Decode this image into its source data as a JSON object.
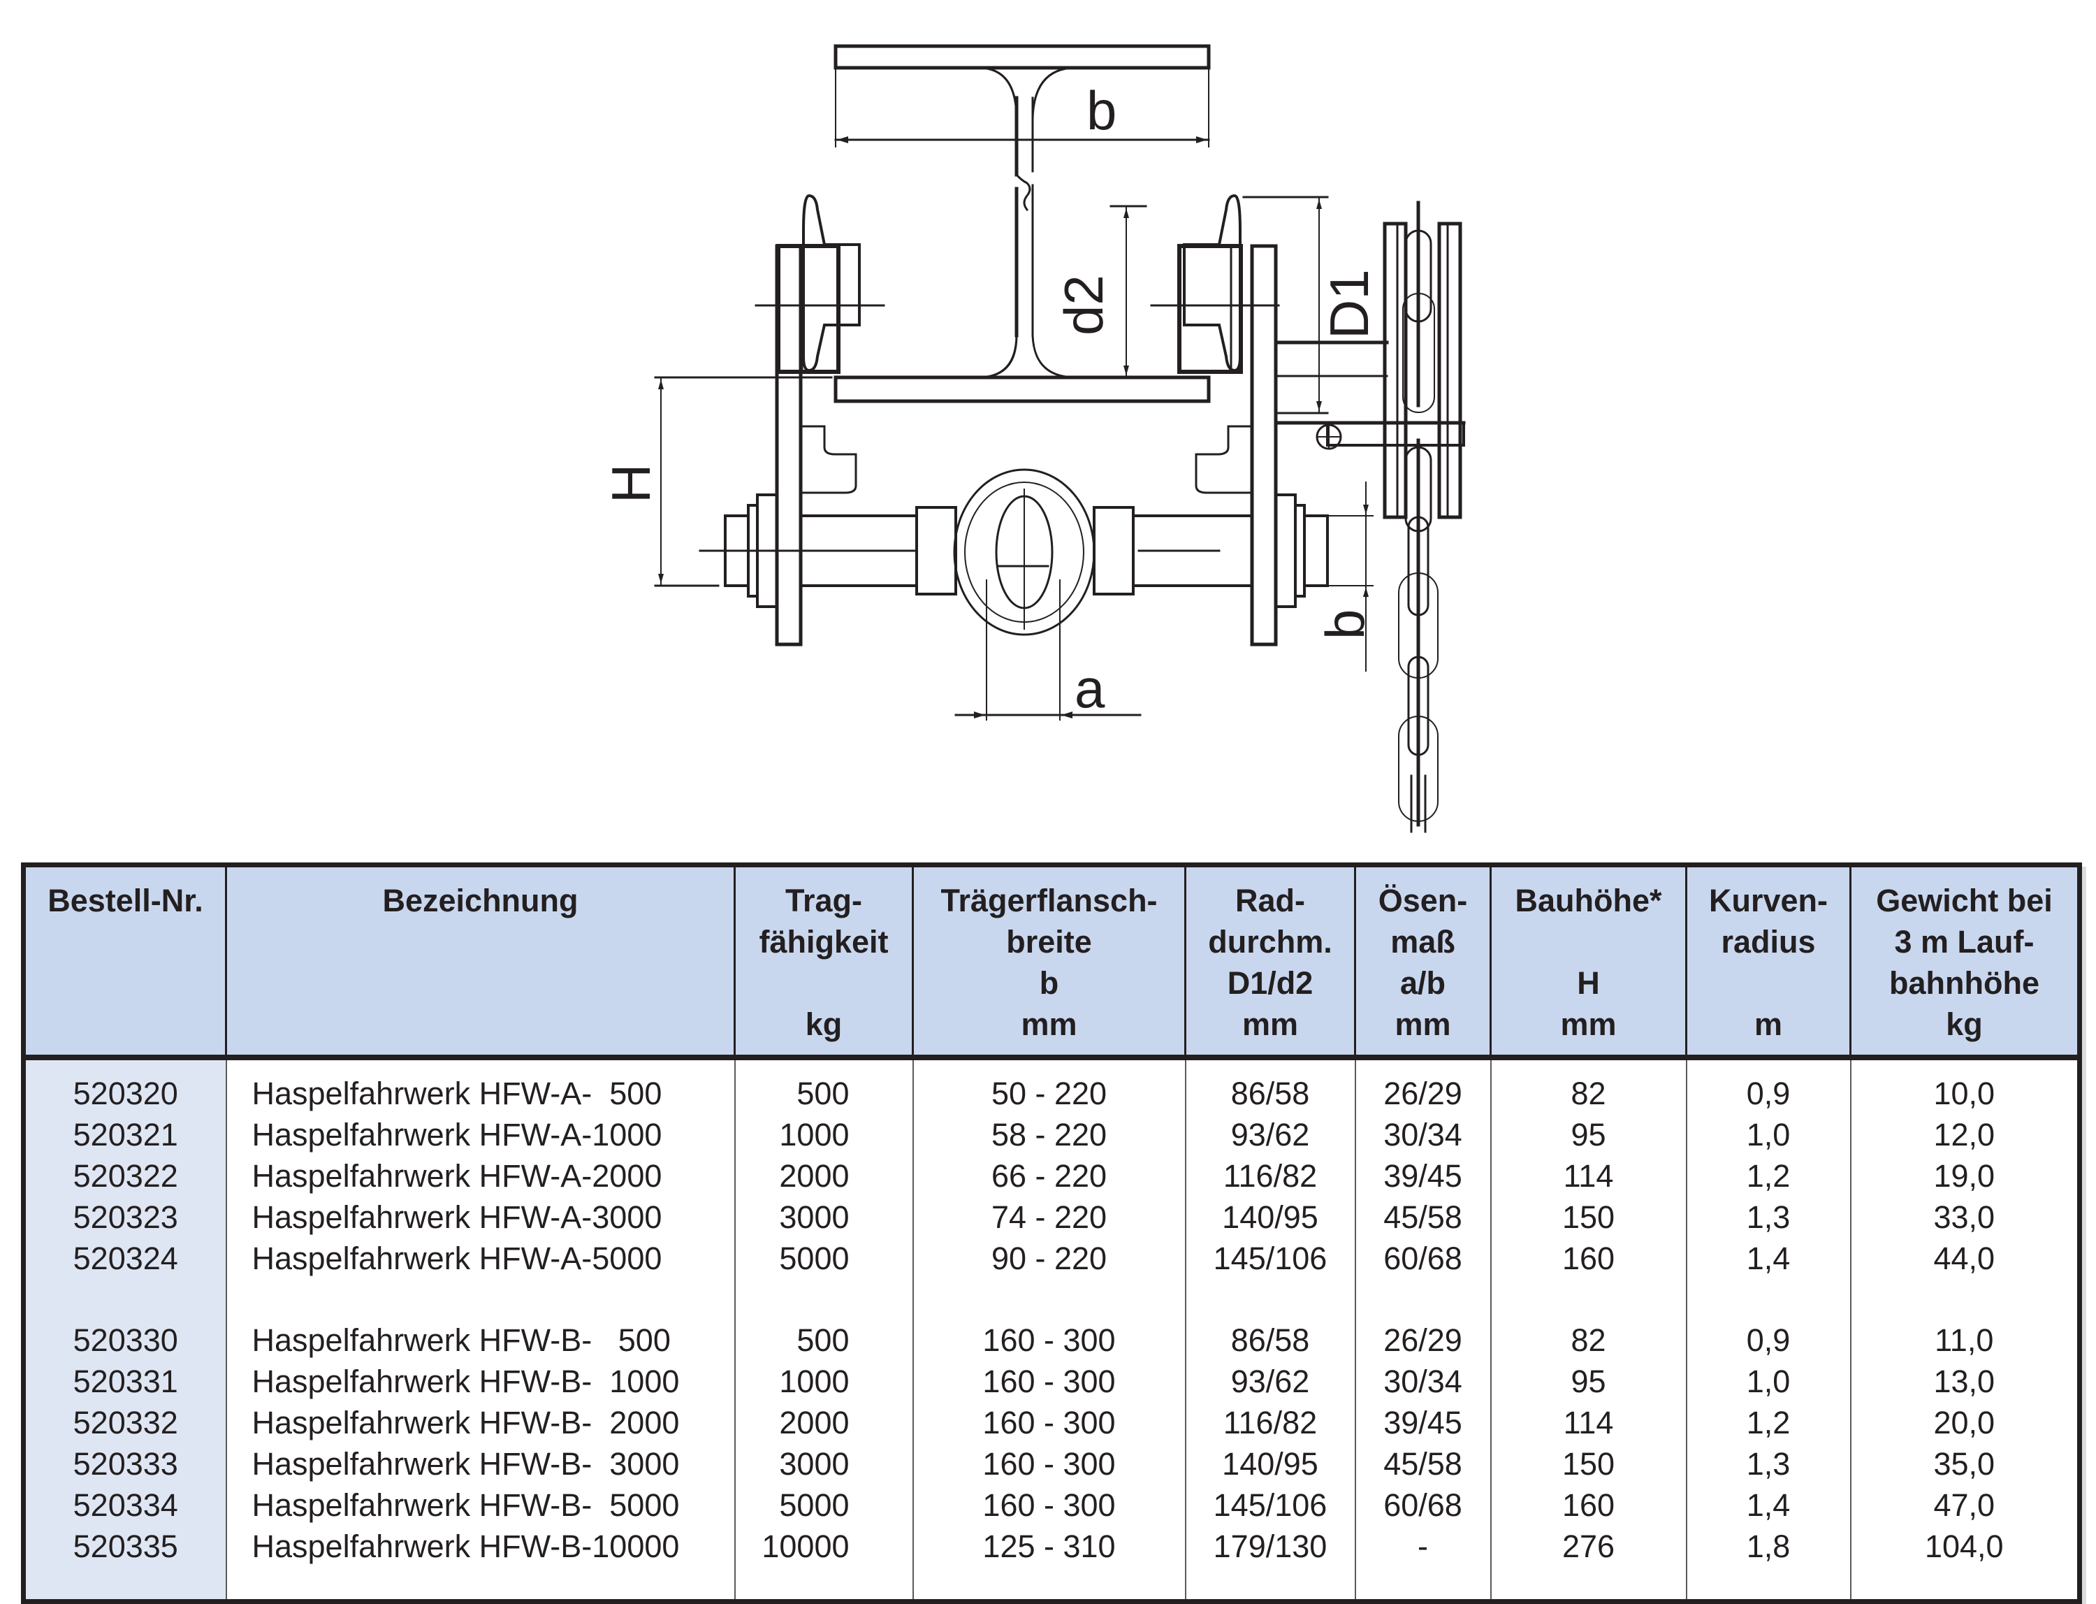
{
  "drawing": {
    "title": "Haspelfahrwerk dimension drawing",
    "labels": {
      "b_top": "b",
      "d2": "d2",
      "D1": "D1",
      "H": "H",
      "b_right": "b",
      "a": "a"
    }
  },
  "table": {
    "header_color": "#c9d7ee",
    "first_column_color": "#dfe6f3",
    "columns": [
      {
        "key": "bestell_nr",
        "lines": [
          "Bestell-Nr."
        ],
        "unit": ""
      },
      {
        "key": "bezeichnung",
        "lines": [
          "Bezeichnung"
        ],
        "unit": ""
      },
      {
        "key": "tragfaehigkeit",
        "lines": [
          "Trag-",
          "fähigkeit"
        ],
        "unit": "kg"
      },
      {
        "key": "traegerflanschbreite",
        "lines": [
          "Trägerflansch-",
          "breite",
          "b"
        ],
        "unit": "mm"
      },
      {
        "key": "raddurchmesser",
        "lines": [
          "Rad-",
          "durchm.",
          "D1/d2"
        ],
        "unit": "mm"
      },
      {
        "key": "oesenmass",
        "lines": [
          "Ösen-",
          "maß",
          "a/b"
        ],
        "unit": "mm"
      },
      {
        "key": "bauhoehe",
        "lines": [
          "Bauhöhe*",
          "",
          "H"
        ],
        "unit": "mm"
      },
      {
        "key": "kurvenradius",
        "lines": [
          "Kurven-",
          "radius"
        ],
        "unit": "m"
      },
      {
        "key": "gewicht",
        "lines": [
          "Gewicht bei",
          "3 m Lauf-",
          "bahnhöhe"
        ],
        "unit": "kg"
      }
    ],
    "group_a": [
      {
        "bestell_nr": "520320",
        "bezeichnung": "Haspelfahrwerk HFW-A-  500",
        "tragfaehigkeit": "500",
        "traegerflanschbreite": "50 - 220",
        "raddurchmesser": "86/58",
        "oesenmass": "26/29",
        "bauhoehe": "82",
        "kurvenradius": "0,9",
        "gewicht": "10,0"
      },
      {
        "bestell_nr": "520321",
        "bezeichnung": "Haspelfahrwerk HFW-A-1000",
        "tragfaehigkeit": "1000",
        "traegerflanschbreite": "58 - 220",
        "raddurchmesser": "93/62",
        "oesenmass": "30/34",
        "bauhoehe": "95",
        "kurvenradius": "1,0",
        "gewicht": "12,0"
      },
      {
        "bestell_nr": "520322",
        "bezeichnung": "Haspelfahrwerk HFW-A-2000",
        "tragfaehigkeit": "2000",
        "traegerflanschbreite": "66 - 220",
        "raddurchmesser": "116/82",
        "oesenmass": "39/45",
        "bauhoehe": "114",
        "kurvenradius": "1,2",
        "gewicht": "19,0"
      },
      {
        "bestell_nr": "520323",
        "bezeichnung": "Haspelfahrwerk HFW-A-3000",
        "tragfaehigkeit": "3000",
        "traegerflanschbreite": "74 - 220",
        "raddurchmesser": "140/95",
        "oesenmass": "45/58",
        "bauhoehe": "150",
        "kurvenradius": "1,3",
        "gewicht": "33,0"
      },
      {
        "bestell_nr": "520324",
        "bezeichnung": "Haspelfahrwerk HFW-A-5000",
        "tragfaehigkeit": "5000",
        "traegerflanschbreite": "90 - 220",
        "raddurchmesser": "145/106",
        "oesenmass": "60/68",
        "bauhoehe": "160",
        "kurvenradius": "1,4",
        "gewicht": "44,0"
      }
    ],
    "group_b": [
      {
        "bestell_nr": "520330",
        "bezeichnung": "Haspelfahrwerk HFW-B-   500",
        "tragfaehigkeit": "500",
        "traegerflanschbreite": "160 - 300",
        "raddurchmesser": "86/58",
        "oesenmass": "26/29",
        "bauhoehe": "82",
        "kurvenradius": "0,9",
        "gewicht": "11,0"
      },
      {
        "bestell_nr": "520331",
        "bezeichnung": "Haspelfahrwerk HFW-B-  1000",
        "tragfaehigkeit": "1000",
        "traegerflanschbreite": "160 - 300",
        "raddurchmesser": "93/62",
        "oesenmass": "30/34",
        "bauhoehe": "95",
        "kurvenradius": "1,0",
        "gewicht": "13,0"
      },
      {
        "bestell_nr": "520332",
        "bezeichnung": "Haspelfahrwerk HFW-B-  2000",
        "tragfaehigkeit": "2000",
        "traegerflanschbreite": "160 - 300",
        "raddurchmesser": "116/82",
        "oesenmass": "39/45",
        "bauhoehe": "114",
        "kurvenradius": "1,2",
        "gewicht": "20,0"
      },
      {
        "bestell_nr": "520333",
        "bezeichnung": "Haspelfahrwerk HFW-B-  3000",
        "tragfaehigkeit": "3000",
        "traegerflanschbreite": "160 - 300",
        "raddurchmesser": "140/95",
        "oesenmass": "45/58",
        "bauhoehe": "150",
        "kurvenradius": "1,3",
        "gewicht": "35,0"
      },
      {
        "bestell_nr": "520334",
        "bezeichnung": "Haspelfahrwerk HFW-B-  5000",
        "tragfaehigkeit": "5000",
        "traegerflanschbreite": "160 - 300",
        "raddurchmesser": "145/106",
        "oesenmass": "60/68",
        "bauhoehe": "160",
        "kurvenradius": "1,4",
        "gewicht": "47,0"
      },
      {
        "bestell_nr": "520335",
        "bezeichnung": "Haspelfahrwerk HFW-B-10000",
        "tragfaehigkeit": "10000",
        "traegerflanschbreite": "125 - 310",
        "raddurchmesser": "179/130",
        "oesenmass": "-",
        "bauhoehe": "276",
        "kurvenradius": "1,8",
        "gewicht": "104,0"
      }
    ]
  }
}
